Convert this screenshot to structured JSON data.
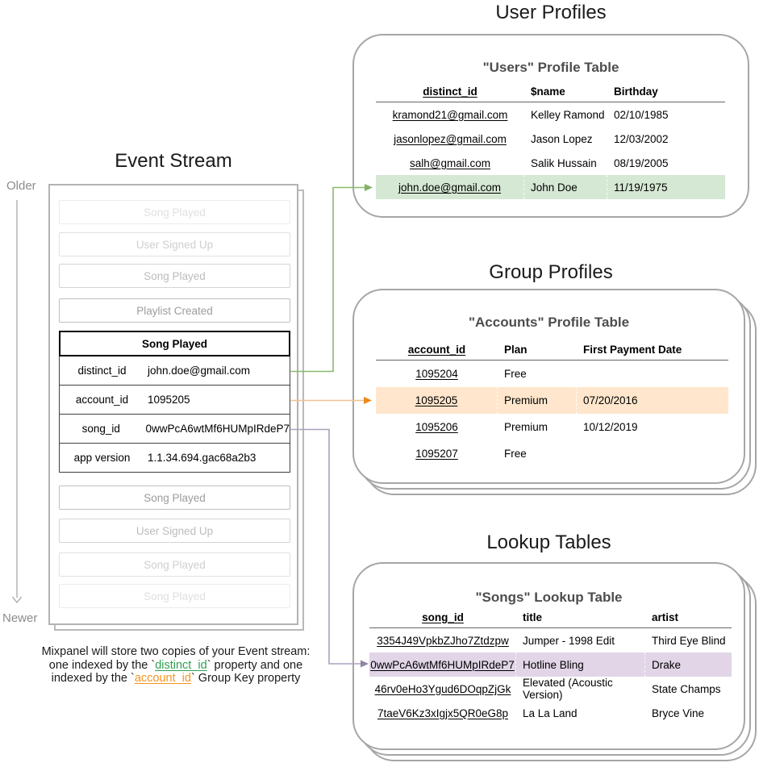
{
  "palette": {
    "highlight_green": "#d5e8d4",
    "highlight_orange": "#ffe6cc",
    "highlight_purple": "#e1d5e7",
    "arrow_green": "#82b366",
    "arrow_orange": "#ef861a",
    "arrow_purple": "#9184a3",
    "caption_green": "#2fa052",
    "caption_orange": "#f7941d"
  },
  "event_stream": {
    "title": "Event Stream",
    "older_label": "Older",
    "newer_label": "Newer",
    "items_before": [
      "Song Played",
      "User Signed Up",
      "Song Played",
      "Playlist Created"
    ],
    "card": {
      "title": "Song Played",
      "rows": [
        {
          "key": "distinct_id",
          "value": "john.doe@gmail.com"
        },
        {
          "key": "account_id",
          "value": "1095205"
        },
        {
          "key": "song_id",
          "value": "0wwPcA6wtMf6HUMpIRdeP7"
        },
        {
          "key": "app version",
          "value": "1.1.34.694.gac68a2b3"
        }
      ]
    },
    "items_after": [
      "Song Played",
      "User Signed Up",
      "Song Played",
      "Song Played"
    ]
  },
  "caption": {
    "line1": "Mixpanel will store two copies of your Event stream:",
    "line2_pre": "one indexed by the `",
    "line2_key": "distinct_id",
    "line2_post": "` property and one",
    "line3_pre": "indexed by the `",
    "line3_key": "account_id",
    "line3_post": "` Group Key property"
  },
  "sections": {
    "users": {
      "title": "User Profiles",
      "table_title": "\"Users\" Profile Table",
      "headers": [
        "distinct_id",
        "$name",
        "Birthday"
      ],
      "rows": [
        [
          "kramond21@gmail.com",
          "Kelley Ramond",
          "02/10/1985"
        ],
        [
          "jasonlopez@gmail.com",
          "Jason Lopez",
          "12/03/2002"
        ],
        [
          "salh@gmail.com",
          "Salik Hussain",
          "08/19/2005"
        ],
        [
          "john.doe@gmail.com",
          "John Doe",
          "11/19/1975"
        ]
      ],
      "highlighted_row_index": 3
    },
    "accounts": {
      "title": "Group Profiles",
      "table_title": "\"Accounts\" Profile Table",
      "headers": [
        "account_id",
        "Plan",
        "First Payment Date"
      ],
      "rows": [
        [
          "1095204",
          "Free",
          ""
        ],
        [
          "1095205",
          "Premium",
          "07/20/2016"
        ],
        [
          "1095206",
          "Premium",
          "10/12/2019"
        ],
        [
          "1095207",
          "Free",
          ""
        ]
      ],
      "highlighted_row_index": 1
    },
    "songs": {
      "title": "Lookup Tables",
      "table_title": "\"Songs\" Lookup Table",
      "headers": [
        "song_id",
        "title",
        "artist"
      ],
      "rows": [
        [
          "3354J49VpkbZJho7Ztdzpw",
          "Jumper - 1998 Edit",
          "Third Eye Blind"
        ],
        [
          "0wwPcA6wtMf6HUMpIRdeP7",
          "Hotline Bling",
          "Drake"
        ],
        [
          "46rv0eHo3Ygud6DOqpZjGk",
          "Elevated (Acoustic Version)",
          "State Champs"
        ],
        [
          "7taeV6Kz3xIgjx5QR0eG8p",
          "La La Land",
          "Bryce Vine"
        ]
      ],
      "highlighted_row_index": 1
    }
  }
}
